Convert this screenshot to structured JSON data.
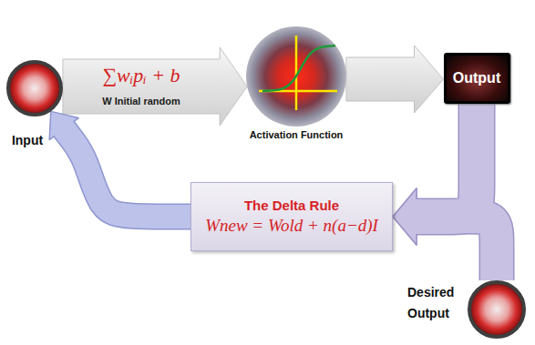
{
  "diagram": {
    "nodes": [
      {
        "text": [
          "Input"
        ]
      },
      {
        "text": [
          "Activation Function"
        ]
      },
      {
        "text": [
          "Output"
        ]
      },
      {
        "text": [
          "The Delta Rule",
          "Wnew = Wold + n(a−d)I"
        ]
      },
      {
        "text": [
          "Desired Output"
        ]
      }
    ],
    "edges": [
      {
        "from": 0,
        "to": 1,
        "arrow": "to",
        "label": "∑wᵢpᵢ + b"
      },
      {
        "from": 1,
        "to": 2,
        "arrow": "to"
      },
      {
        "from": 2,
        "to": 3,
        "arrow": "to"
      },
      {
        "from": 4,
        "to": 3,
        "arrow": "to"
      },
      {
        "from": 3,
        "to": 0,
        "arrow": "to"
      }
    ],
    "labels": [
      "W Initial random"
    ]
  }
}
